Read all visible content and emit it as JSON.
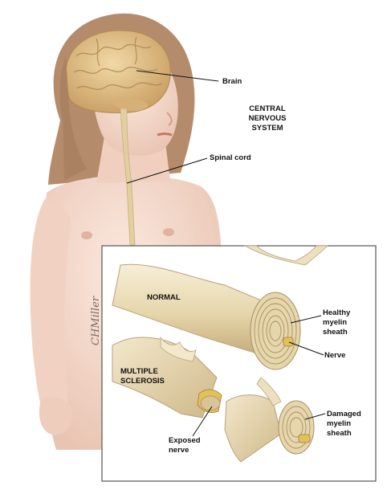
{
  "labels": {
    "brain": "Brain",
    "cns": "CENTRAL\nNERVOUS\nSYSTEM",
    "spinal_cord": "Spinal cord",
    "normal": "NORMAL",
    "healthy_myelin": "Healthy\nmyelin\nsheath",
    "nerve": "Nerve",
    "ms": "MULTIPLE\nSCLEROSIS",
    "damaged_myelin": "Damaged\nmyelin\nsheath",
    "exposed_nerve": "Exposed\nnerve"
  },
  "signature": "CHMiller",
  "colors": {
    "skin": "#f6ddd0",
    "skin_shadow": "#e8c2b0",
    "hair": "#b08868",
    "brain": "#e3c28a",
    "myelin": "#ece0be",
    "myelin_dark": "#c9b48a",
    "nerve_core": "#e2c15a",
    "inset_border": "#555555"
  }
}
